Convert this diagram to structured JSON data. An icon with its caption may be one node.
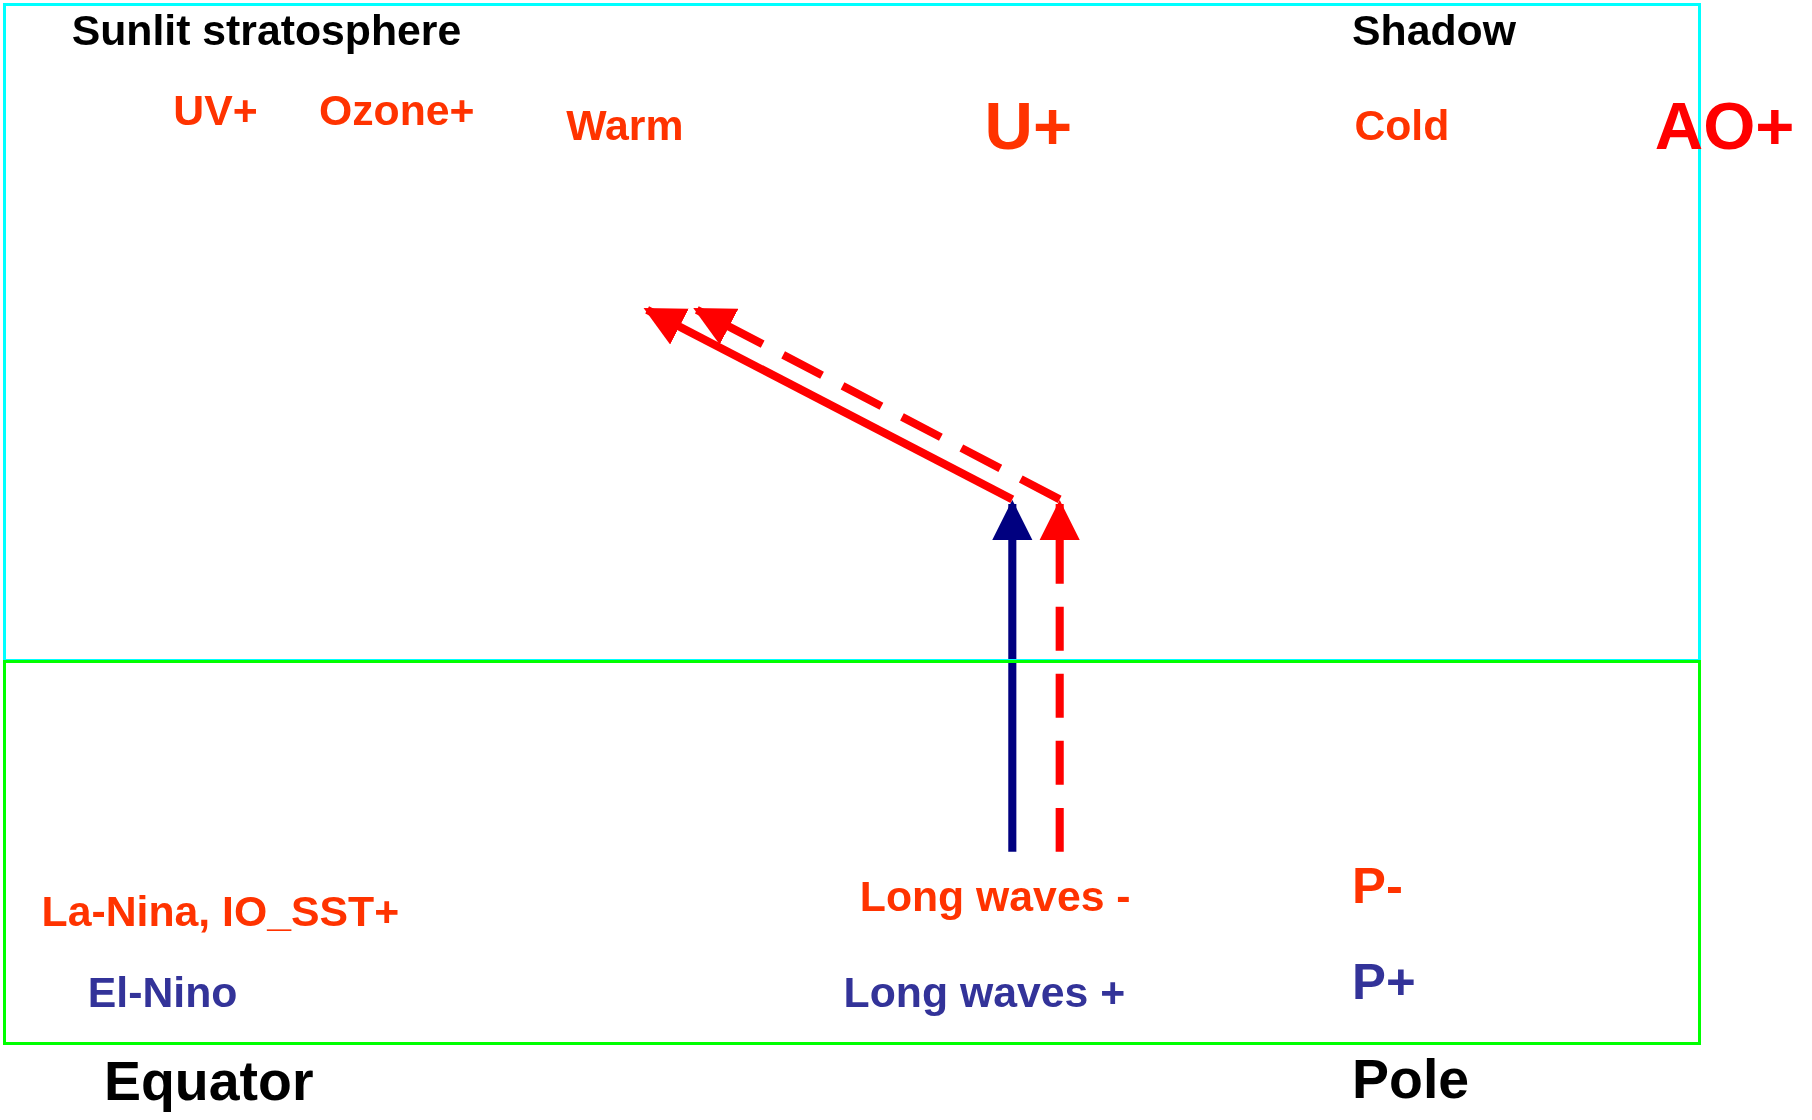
{
  "diagram": {
    "nodes": [
      {
        "text": [],
        "shape": "box"
      },
      {
        "text": [],
        "shape": "box"
      }
    ],
    "edges": [
      {
        "from": 1,
        "to": 0,
        "arrow": "to",
        "color": "#000080"
      },
      {
        "from": 1,
        "to": 0,
        "arrow": "to",
        "style": "dashed",
        "color": "#ff0000"
      }
    ],
    "labels": [
      "Sunlit stratosphere",
      "Shadow",
      "UV+",
      "Ozone+",
      "Warm",
      "U+",
      "Cold",
      "AO+",
      "Long waves -",
      "P-",
      "La-Nina, IO_SST+",
      "El-Nino",
      "Long waves +",
      "P+",
      "Equator",
      "Pole"
    ]
  }
}
